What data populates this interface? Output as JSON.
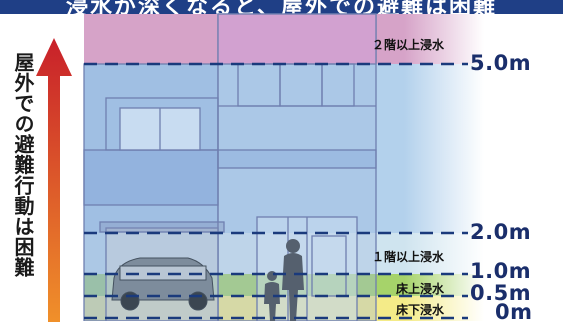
{
  "banner": {
    "title": "浸水が深くなると、屋外での避難は困難"
  },
  "side_caption": "屋外での避難行動は困難",
  "levels": {
    "l5": "5.0m",
    "l2": "2.0m",
    "l1": "1.0m",
    "l05": "0.5m",
    "l0": "0m"
  },
  "zones": {
    "floor2": "２階以上浸水",
    "floor1": "１階以上浸水",
    "above_floor": "床上浸水",
    "below_floor": "床下浸水"
  },
  "colors": {
    "banner": "#1f3f86",
    "arrow_top": "#c8202a",
    "arrow_bottom": "#f0902a",
    "band_top": "#d6a3c8",
    "band_sky": "#b3d1ec",
    "band_pale": "#d6e9c8",
    "band_green": "#a6d36a",
    "band_yellow": "#f4eb88",
    "level_line": "#1a3a7c"
  }
}
